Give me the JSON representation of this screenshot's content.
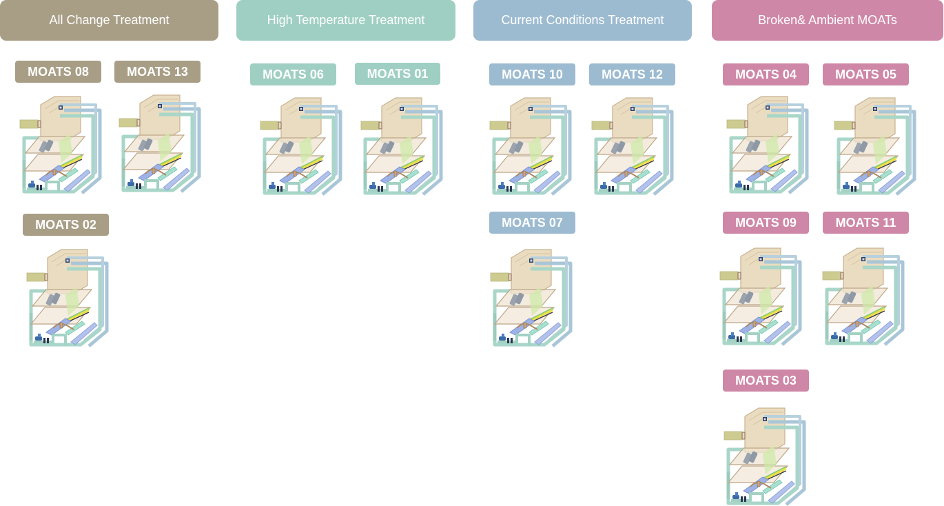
{
  "colors": {
    "all_change": "#a89e86",
    "high_temp": "#9fcfc3",
    "current": "#9cbbd1",
    "broken": "#ce87a6"
  },
  "icon": "moats-chamber-icon",
  "treatments": [
    {
      "title": "All Change Treatment",
      "color_key": "all_change",
      "units": [
        {
          "label": "MOATS 08"
        },
        {
          "label": "MOATS 13"
        },
        {
          "label": "MOATS 02"
        }
      ]
    },
    {
      "title": "High Temperature Treatment",
      "color_key": "high_temp",
      "units": [
        {
          "label": "MOATS 06"
        },
        {
          "label": "MOATS 01"
        }
      ]
    },
    {
      "title": "Current Conditions Treatment",
      "color_key": "current",
      "units": [
        {
          "label": "MOATS 10"
        },
        {
          "label": "MOATS 12"
        },
        {
          "label": "MOATS 07"
        }
      ]
    },
    {
      "title": "Broken& Ambient MOATs",
      "color_key": "broken",
      "units": [
        {
          "label": "MOATS 04"
        },
        {
          "label": "MOATS 05"
        },
        {
          "label": "MOATS 09"
        },
        {
          "label": "MOATS 11"
        },
        {
          "label": "MOATS 03"
        }
      ]
    }
  ]
}
